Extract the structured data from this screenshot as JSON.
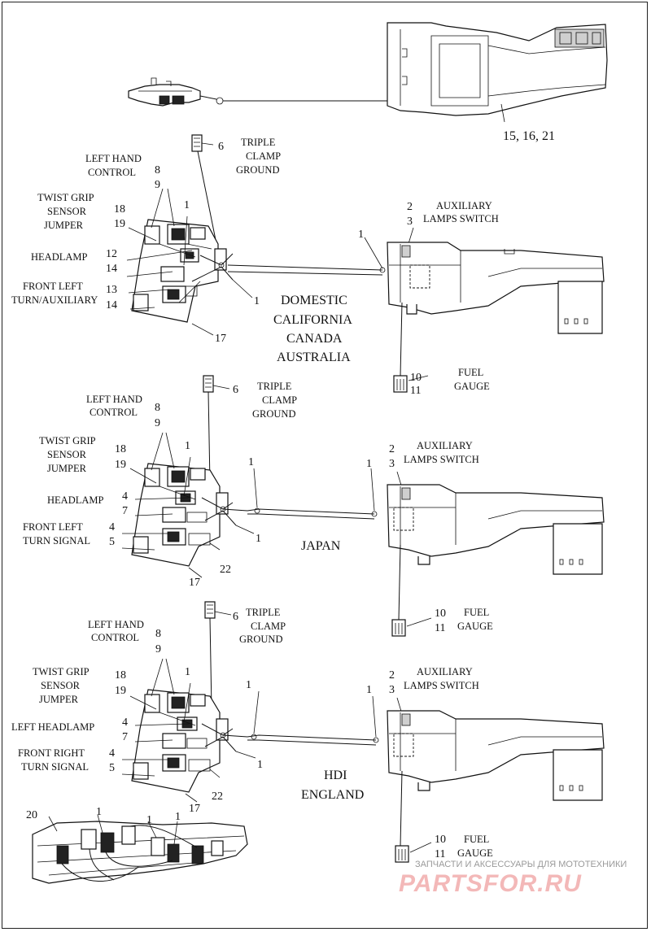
{
  "top": {
    "callout": "15, 16, 21"
  },
  "domestic": {
    "n6": "6",
    "triple_clamp_ground": [
      "TRIPLE",
      "CLAMP",
      "GROUND"
    ],
    "left_hand_control": [
      "LEFT HAND",
      "CONTROL"
    ],
    "n8": "8",
    "n9": "9",
    "twist_grip": [
      "TWIST GRIP",
      "SENSOR",
      "JUMPER"
    ],
    "n18": "18",
    "n19": "19",
    "n1a": "1",
    "n1b": "1",
    "n1c": "1",
    "headlamp": "HEADLAMP",
    "n12": "12",
    "n14a": "14",
    "front_left": [
      "FRONT LEFT",
      "TURN/AUXILIARY"
    ],
    "n13": "13",
    "n14b": "14",
    "n17": "17",
    "n2": "2",
    "n3": "3",
    "aux_switch": [
      "AUXILIARY",
      "LAMPS SWITCH"
    ],
    "regions": [
      "DOMESTIC",
      "CALIFORNIA",
      "CANADA",
      "AUSTRALIA"
    ],
    "n10": "10",
    "n11": "11",
    "fuel_gauge": [
      "FUEL",
      "GAUGE"
    ]
  },
  "japan": {
    "n6": "6",
    "triple_clamp_ground": [
      "TRIPLE",
      "CLAMP",
      "GROUND"
    ],
    "left_hand_control": [
      "LEFT HAND",
      "CONTROL"
    ],
    "n8": "8",
    "n9": "9",
    "twist_grip": [
      "TWIST GRIP",
      "SENSOR",
      "JUMPER"
    ],
    "n18": "18",
    "n19": "19",
    "n1a": "1",
    "n1b": "1",
    "n1c": "1",
    "n1d": "1",
    "headlamp": "HEADLAMP",
    "n4a": "4",
    "n7": "7",
    "front_left": [
      "FRONT LEFT",
      "TURN SIGNAL"
    ],
    "n4b": "4",
    "n5": "5",
    "n22": "22",
    "n17": "17",
    "n2": "2",
    "n3": "3",
    "aux_switch": [
      "AUXILIARY",
      "LAMPS SWITCH"
    ],
    "region": "JAPAN",
    "n10": "10",
    "n11": "11",
    "fuel_gauge": [
      "FUEL",
      "GAUGE"
    ]
  },
  "hdi": {
    "n6": "6",
    "triple_clamp_ground": [
      "TRIPLE",
      "CLAMP",
      "GROUND"
    ],
    "left_hand_control": [
      "LEFT HAND",
      "CONTROL"
    ],
    "n8": "8",
    "n9": "9",
    "twist_grip": [
      "TWIST GRIP",
      "SENSOR",
      "JUMPER"
    ],
    "n18": "18",
    "n19": "19",
    "n1a": "1",
    "n1b": "1",
    "n1c": "1",
    "n1d": "1",
    "left_headlamp": "LEFT HEADLAMP",
    "n4a": "4",
    "n7": "7",
    "front_right": [
      "FRONT RIGHT",
      "TURN SIGNAL"
    ],
    "n4b": "4",
    "n5": "5",
    "n22": "22",
    "n17": "17",
    "n2": "2",
    "n3": "3",
    "aux_switch": [
      "AUXILIARY",
      "LAMPS SWITCH"
    ],
    "regions": [
      "HDI",
      "ENGLAND"
    ],
    "n10": "10",
    "n11": "11",
    "fuel_gauge": [
      "FUEL",
      "GAUGE"
    ]
  },
  "bottom": {
    "n20": "20",
    "n1a": "1",
    "n1b": "1",
    "n1c": "1"
  },
  "watermark": {
    "line1": "ЗАПЧАСТИ И АКСЕССУАРЫ ДЛЯ МОТОТЕХНИКИ",
    "line2": "PARTSFOR.RU"
  }
}
